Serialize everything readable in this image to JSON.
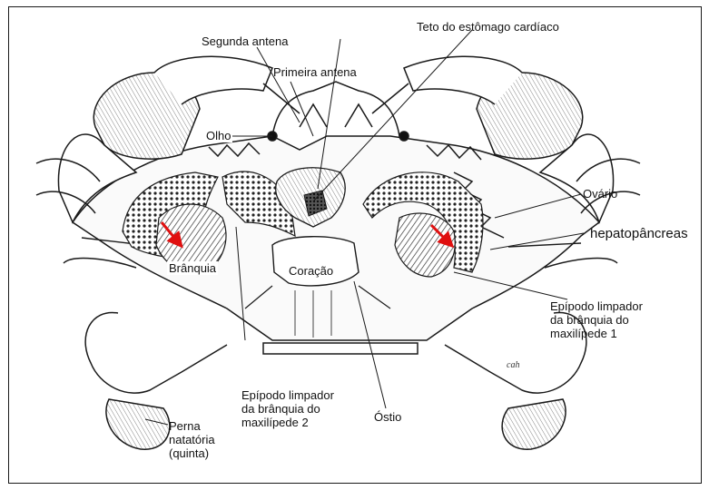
{
  "figure": {
    "labels": {
      "segunda_antena": "Segunda antena",
      "primeira_antena": "Primeira antena",
      "teto_estomago": "Teto do estômago cardíaco",
      "olho": "Olho",
      "ovario": "Ovário",
      "hepatopancreas": "hepatopâncreas",
      "branquia": "Brânquia",
      "coracao": "Coração",
      "epipodo_1": "Epípodo limpador\nda brânquia do\nmaxilípede 1",
      "epipodo_2": "Epípodo limpador\nda brânquia do\nmaxilípede 2",
      "ostio": "Óstio",
      "perna": "Perna\nnatatória\n(quinta)"
    },
    "signature": "cah",
    "arrow_color": "#e01010",
    "ink_color": "#1a1a1a"
  }
}
